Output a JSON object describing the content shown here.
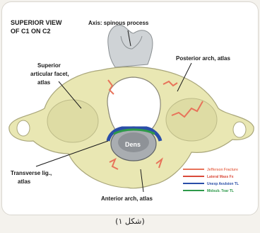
{
  "figure": {
    "title_line1": "SUPERIOR VIEW",
    "title_line2": "OF C1 ON C2",
    "labels": {
      "axis": "Axis: spinous process",
      "superior_facet_1": "Superior",
      "superior_facet_2": "articular facet,",
      "superior_facet_3": "atlas",
      "posterior_arch_1": "Posterior arch, atlas",
      "transverse_1": "Transverse lig.,",
      "transverse_2": "atlas",
      "anterior_arch": "Anterior arch, atlas",
      "dens": "Dens"
    },
    "legend": [
      {
        "label": "Jefferson Fracture",
        "color": "#e8735a"
      },
      {
        "label": "Lateral Mass Fx",
        "color": "#d94a3a"
      },
      {
        "label": "Unexp Avulsion TL",
        "color": "#2a4ea8"
      },
      {
        "label": "Midsub. Tear TL",
        "color": "#2e9a4a"
      }
    ]
  },
  "caption": "(شكل ١)",
  "colors": {
    "bone": "#e9e7b3",
    "bone_shadow": "#c9c893",
    "axis_bone": "#cfd3d6",
    "text": "#1a1a1a"
  }
}
